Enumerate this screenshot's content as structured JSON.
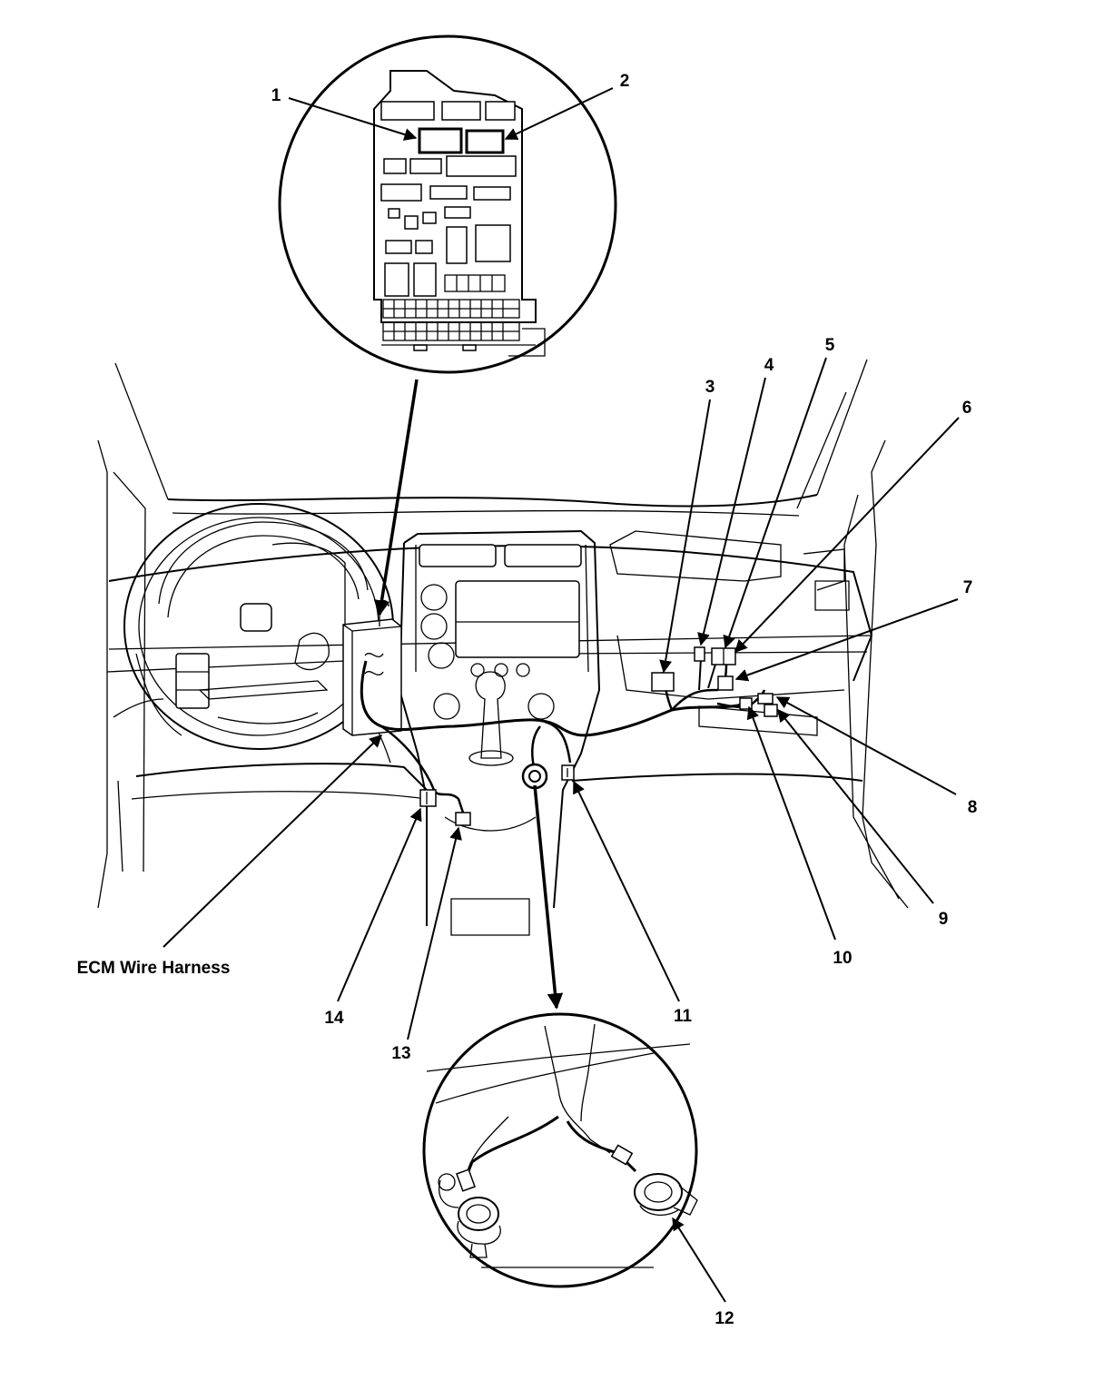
{
  "callouts": [
    {
      "id": "1",
      "label": "1"
    },
    {
      "id": "2",
      "label": "2"
    },
    {
      "id": "3",
      "label": "3"
    },
    {
      "id": "4",
      "label": "4"
    },
    {
      "id": "5",
      "label": "5"
    },
    {
      "id": "6",
      "label": "6"
    },
    {
      "id": "7",
      "label": "7"
    },
    {
      "id": "8",
      "label": "8"
    },
    {
      "id": "9",
      "label": "9"
    },
    {
      "id": "10",
      "label": "10"
    },
    {
      "id": "11",
      "label": "11"
    },
    {
      "id": "12",
      "label": "12"
    },
    {
      "id": "13",
      "label": "13"
    },
    {
      "id": "14",
      "label": "14"
    }
  ],
  "harness_label": "ECM Wire Harness"
}
